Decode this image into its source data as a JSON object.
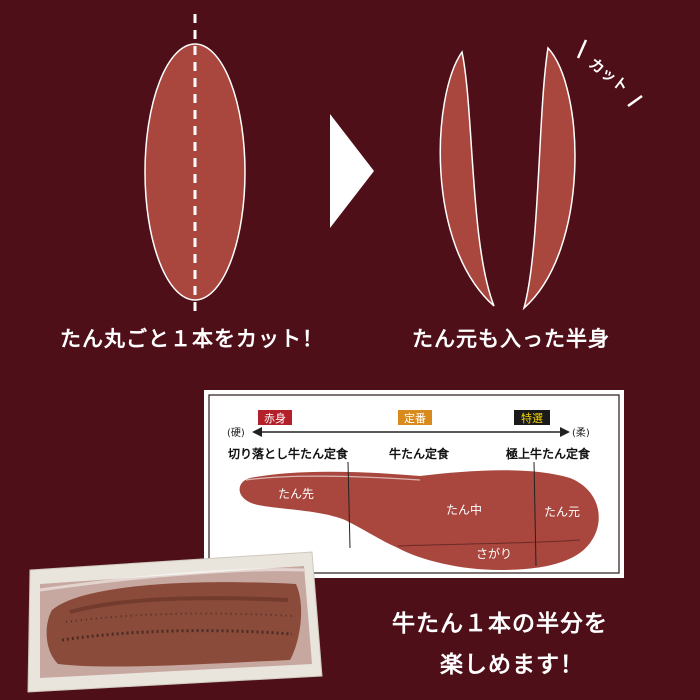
{
  "steps": {
    "left_caption": "たん丸ごと１本をカット！",
    "right_caption": "たん元も入った半身",
    "cut_tag": "カット"
  },
  "diagram": {
    "grades": [
      {
        "label": "赤身",
        "color": "#b3202a",
        "text_color": "#ffffff"
      },
      {
        "label": "定番",
        "color": "#d98a1c",
        "text_color": "#ffffff"
      },
      {
        "label": "特選",
        "color": "#1a1a1a",
        "text_color": "#f2d200"
      }
    ],
    "hard_label": "(硬)",
    "soft_label": "(柔)",
    "products": [
      "切り落とし牛たん定食",
      "牛たん定食",
      "極上牛たん定食"
    ],
    "regions": [
      "たん先",
      "たん中",
      "たん元",
      "さがり"
    ]
  },
  "bottom": {
    "line1": "牛たん１本の半分を",
    "line2": "楽しめます！"
  },
  "colors": {
    "background": "#4e0f18",
    "meat": "#a9473f",
    "white": "#ffffff"
  }
}
